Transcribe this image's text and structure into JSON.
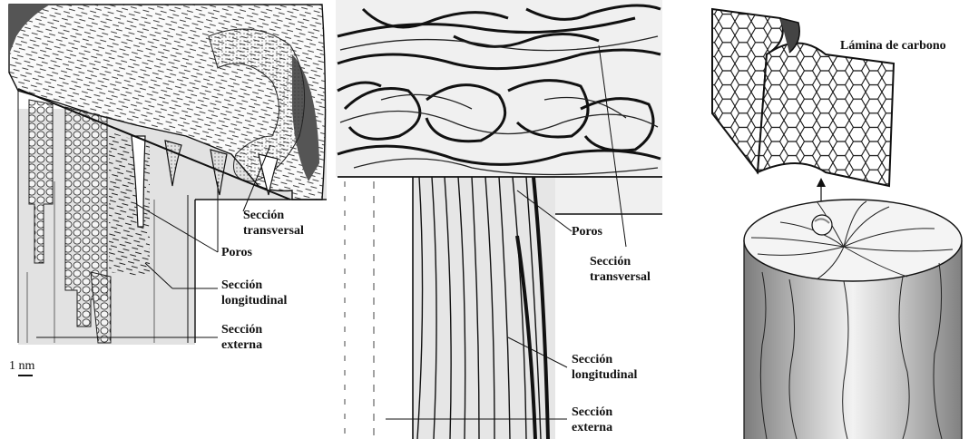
{
  "panel_left": {
    "labels": {
      "seccion_transversal": [
        "Sección",
        "transversal"
      ],
      "poros": "Poros",
      "seccion_longitudinal": [
        "Sección",
        "longitudinal"
      ],
      "seccion_externa": [
        "Sección",
        "externa"
      ]
    },
    "scale_bar": "1 nm"
  },
  "panel_middle": {
    "labels": {
      "poros": "Poros",
      "seccion_transversal": [
        "Sección",
        "transversal"
      ],
      "seccion_longitudinal": [
        "Sección",
        "longitudinal"
      ],
      "seccion_externa": [
        "Sección",
        "externa"
      ]
    }
  },
  "panel_right": {
    "labels": {
      "lamina": "Lámina de carbono"
    }
  },
  "colors": {
    "line": "#111111",
    "fiber_light": "#e4e4e4",
    "fiber_dark": "#3a3a3a",
    "cylinder_mid": "#d9d9d9",
    "cylinder_edge": "#8a8a8a"
  }
}
